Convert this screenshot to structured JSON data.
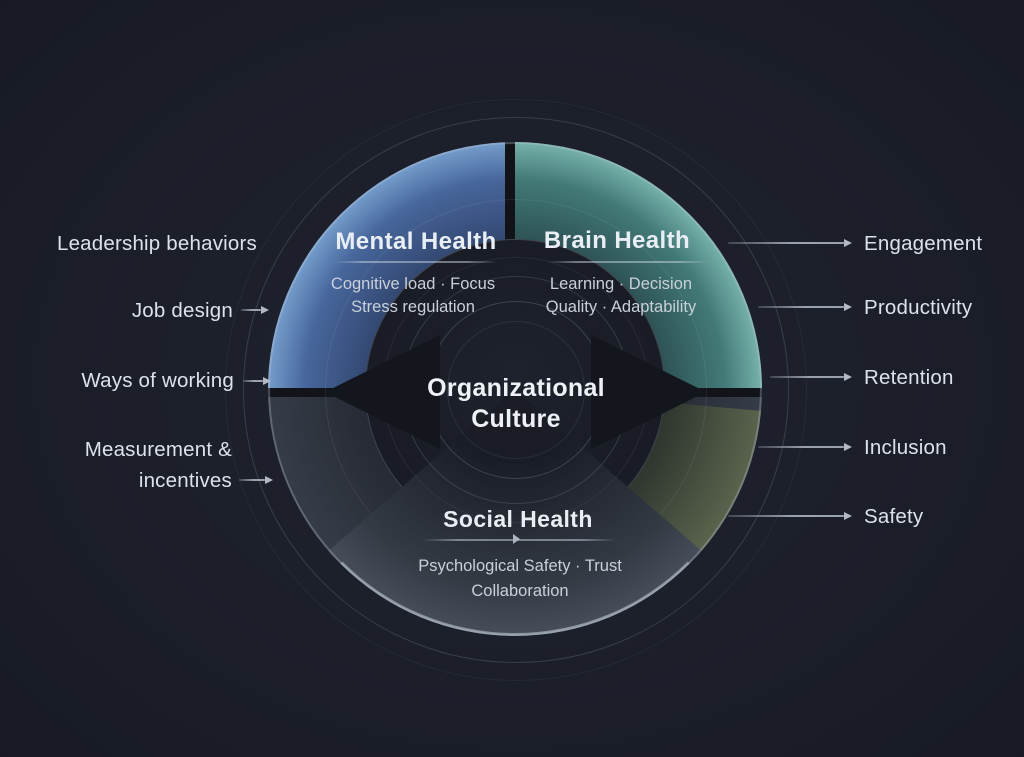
{
  "colors": {
    "background": "#1b1e29",
    "mental_blue": "#47669b",
    "brain_teal": "#427a78",
    "social_gray": "#454c57",
    "olive_accent": "#58614b",
    "arrow_gray": "#9aa2ae",
    "text_light": "#dde2e9"
  },
  "center": {
    "line1": "Organizational",
    "line2": "Culture"
  },
  "sections": {
    "mental": {
      "title": "Mental Health",
      "sub1": "Cognitive load · Focus",
      "sub2": "Stress regulation"
    },
    "brain": {
      "title": "Brain Health",
      "sub1": "Learning · Decision",
      "sub2": "Quality · Adaptability"
    },
    "social": {
      "title": "Social Health",
      "sub1": "Psychological Safety · Trust",
      "sub2": "Collaboration"
    }
  },
  "inputs": [
    {
      "text": "Leadership behaviors"
    },
    {
      "text": "Job design"
    },
    {
      "text": "Ways of working"
    },
    {
      "text": "Measurement & incentives"
    }
  ],
  "outputs": [
    {
      "text": "Engagement"
    },
    {
      "text": "Productivity"
    },
    {
      "text": "Retention"
    },
    {
      "text": "Inclusion"
    },
    {
      "text": "Safety"
    }
  ]
}
